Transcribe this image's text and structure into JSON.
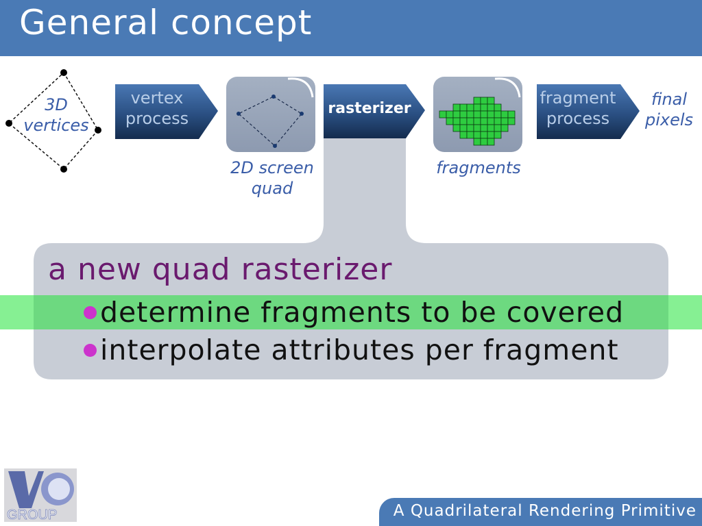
{
  "title": "General concept",
  "pipeline": {
    "input_label": "3D\nvertices",
    "vertex_stage": "vertex\nprocess",
    "quad_label": "2D screen\nquad",
    "rasterizer_stage": "rasterizer",
    "fragments_label": "fragments",
    "fragment_stage": "fragment\nprocess",
    "output_label": "final\npixels"
  },
  "callout": {
    "heading": "a new quad rasterizer",
    "bullets": [
      "determine fragments to be covered",
      "interpolate attributes per fragment"
    ]
  },
  "footer": {
    "text": "A Quadrilateral Rendering Primitive"
  },
  "logo": {
    "text": "GROUP"
  },
  "colors": {
    "title_bar": "#4a7ab5",
    "arrow_dark": "#1c3a63",
    "callout_bg": "#c8cdd6",
    "heading": "#6a1a6e",
    "highlight": "#22e43a",
    "bullet_dot": "#cc33cc",
    "fragment_fill": "#2ecc40"
  }
}
